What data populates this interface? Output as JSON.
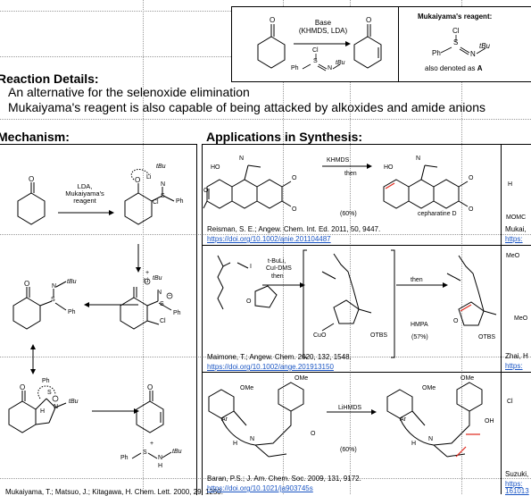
{
  "reaction_box": {
    "base_line1": "Base",
    "base_line2": "(KHMDS, LDA)",
    "reagent_title": "Mukaiyama's reagent:",
    "cl": "Cl",
    "s": "S",
    "n": "N",
    "ph": "Ph",
    "tbu": "tBu",
    "denoted_prefix": "also denoted as",
    "denoted_letter": "A"
  },
  "reaction_details": {
    "heading": "Reaction Details:",
    "bullets": [
      "An alternative for the selenoxide elimination",
      "Mukaiyama's reagent is also capable of being attacked by alkoxides and amide anions"
    ]
  },
  "mechanism": {
    "heading": "Mechanism:",
    "conditions": [
      "LDA,",
      "Mukaiyama's",
      "reagent"
    ],
    "o": "O",
    "li": "Li",
    "n": "N",
    "s": "S",
    "ph": "Ph",
    "cl": "Cl",
    "tbu": "tBu",
    "h": "H",
    "plus": "+",
    "minus": "−",
    "citation": "Mukaiyama, T.; Matsuo, J.; Kitagawa, H. Chem. Lett. 2000, 29, 1250."
  },
  "applications": {
    "heading": "Applications in Synthesis:",
    "rows": [
      {
        "citation": "Reisman, S. E.; Angew. Chem. Int. Ed. 2011, 50, 9447.",
        "doi": "https://doi.org/10.1002/anie.201104487",
        "cond_top": "KHMDS",
        "cond_then": "then",
        "yield": "(60%)",
        "product": "cepharatine D",
        "ho": "HO",
        "n": "N",
        "ome": "O"
      },
      {
        "citation": "Maimone, T.; Angew. Chem. 2020, 132, 1548.",
        "doi": "https://doi.org/10.1002/ange.201913150",
        "cond_1": "t-BuLi,",
        "cond_2": "CuI-DMS",
        "cond_3": "then",
        "cond_then": "then",
        "hmpa": "HMPA",
        "yield": "(57%)",
        "otbs": "OTBS",
        "cuo": "CuO",
        "i": "I",
        "o": "O"
      },
      {
        "citation": "Baran, P.S.; J. Am. Chem. Soc. 2009, 131, 9172.",
        "doi": "https://doi.org/10.1021/ja903745s",
        "cond": "LiHMDS",
        "yield": "(60%)",
        "ome": "OMe",
        "ar": "Ar",
        "n": "N",
        "h": "H",
        "oh": "OH",
        "o": "O"
      }
    ],
    "right_column": {
      "row1_cite": "Mukai,",
      "row1_doi": "https:",
      "row1_label": "MOMC",
      "row1_h": "H",
      "row2_cite": "Zhai, H",
      "row2_doi": "https:",
      "row2_meo": "MeO",
      "row2_meo2": "MeO",
      "row3_cite": "Suzuki,",
      "row3_doi": "https:",
      "row3_doi2": "161013",
      "row3_cl": "Cl"
    }
  }
}
